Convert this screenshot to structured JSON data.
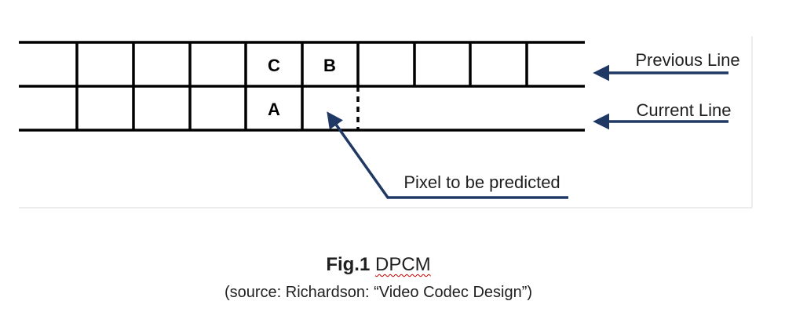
{
  "diagram": {
    "cells": {
      "c": "C",
      "b": "B",
      "a": "A"
    },
    "labels": {
      "previous_line": "Previous Line",
      "current_line": "Current Line",
      "pixel_to_be_predicted": "Pixel to be predicted"
    },
    "colors": {
      "grid": "#000000",
      "arrow": "#1f3864",
      "frame": "#d9d9d9"
    }
  },
  "caption": {
    "fig_label": "Fig.1",
    "fig_name": "DPCM",
    "source": "(source: Richardson: “Video Codec Design”)"
  }
}
